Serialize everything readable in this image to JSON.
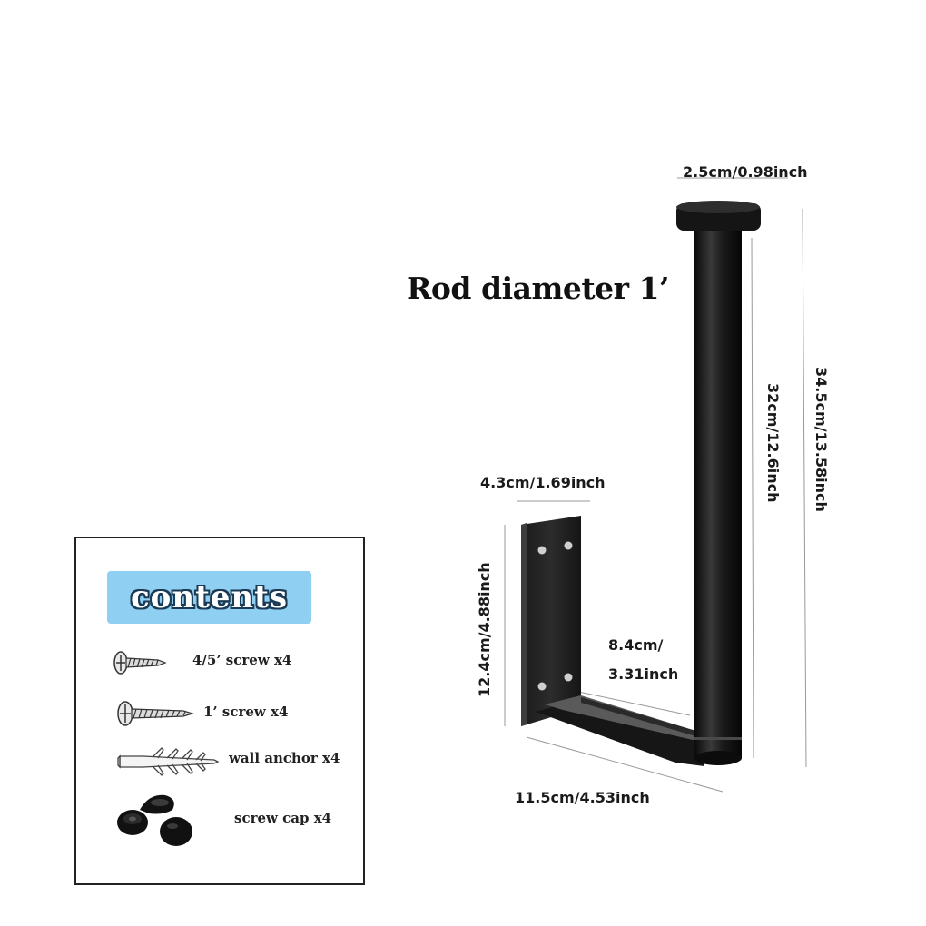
{
  "title": "Rod diameter 1’",
  "dimensions": {
    "cap_diameter": "2.5cm/0.98inch",
    "total_height": "34.5cm/13.58inch",
    "rod_length": "32cm/12.6inch",
    "plate_width": "4.3cm/1.69inch",
    "plate_height": "12.4cm/4.88inch",
    "arm_depth_line1": "8.4cm/",
    "arm_depth_line2": "3.31inch",
    "base_length": "11.5cm/4.53inch"
  },
  "contents": {
    "title": "contents",
    "items": [
      {
        "icon": "short-screw-icon",
        "label": "4/5’ screw x4"
      },
      {
        "icon": "long-screw-icon",
        "label": "1’ screw x4"
      },
      {
        "icon": "wall-anchor-icon",
        "label": "wall anchor x4"
      },
      {
        "icon": "screw-cap-icon",
        "label": "screw cap x4"
      }
    ]
  },
  "colors": {
    "product": "#141414",
    "banner": "#8fd0f2",
    "banner_text_outline": "#1b3a55"
  }
}
